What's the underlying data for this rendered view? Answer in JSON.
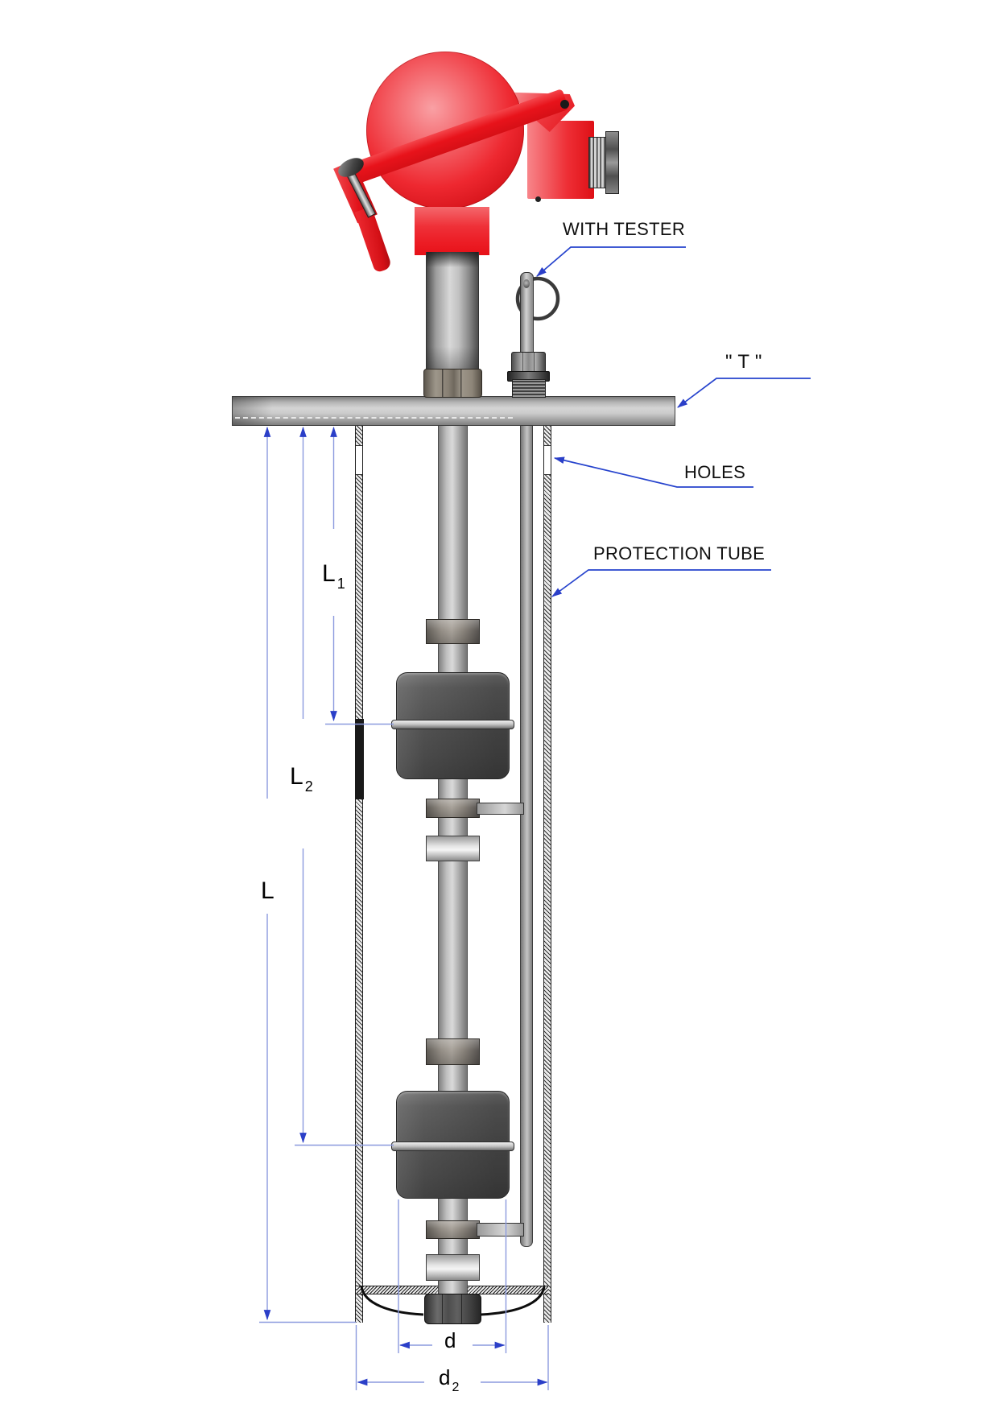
{
  "annotations": {
    "with_tester": "WITH TESTER",
    "flange_t": "\" T \"",
    "holes": "HOLES",
    "protection_tube": "PROTECTION TUBE"
  },
  "dimensions": {
    "l1": {
      "base": "L",
      "sub": "1"
    },
    "l2": {
      "base": "L",
      "sub": "2"
    },
    "l": {
      "base": "L",
      "sub": ""
    },
    "d": {
      "base": "d",
      "sub": ""
    },
    "d2": {
      "base": "d",
      "sub": "2"
    }
  },
  "colors": {
    "head_red": "#ed1c24",
    "leader_blue": "#2b3fc8",
    "dim_line_blue": "#8b9ade",
    "metal_gray": "#b5b5b5",
    "float_gray": "#4f4f4f",
    "hatch_dark": "#1f1f1f",
    "label_text": "#101010"
  }
}
